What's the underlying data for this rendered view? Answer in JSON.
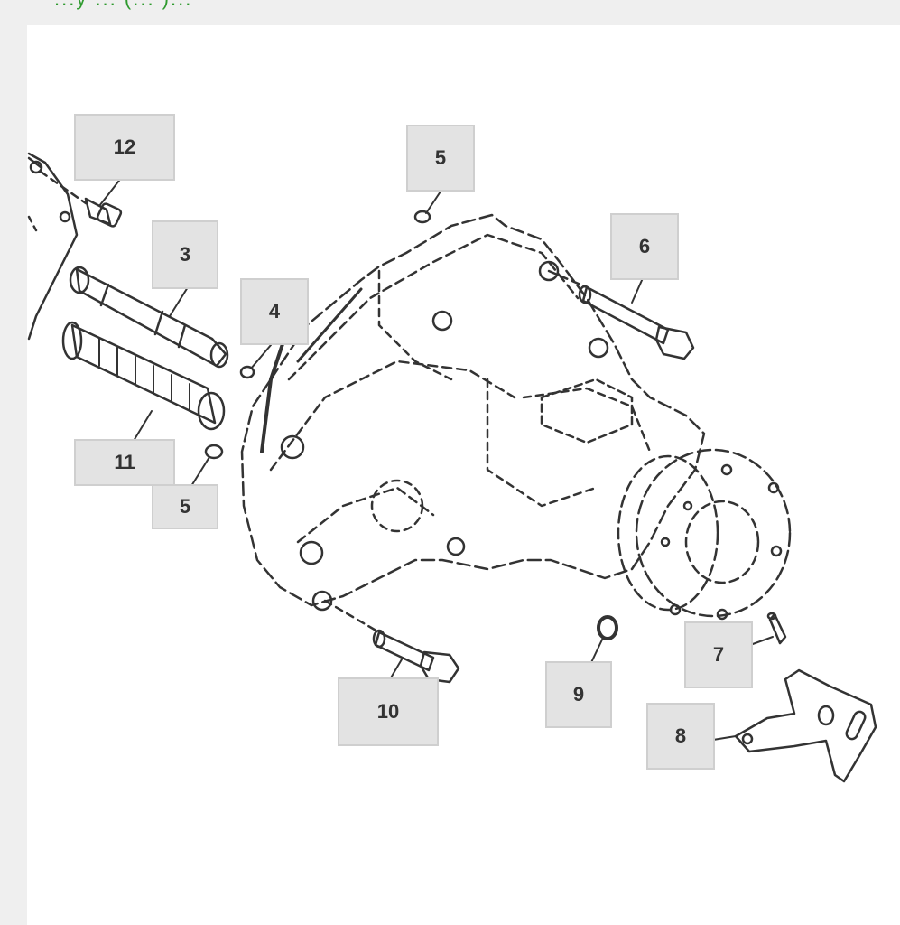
{
  "header": {
    "text": "...y ... (... )..."
  },
  "callouts": [
    {
      "id": "c12",
      "label": "12"
    },
    {
      "id": "c3",
      "label": "3"
    },
    {
      "id": "c4",
      "label": "4"
    },
    {
      "id": "c5a",
      "label": "5"
    },
    {
      "id": "c6",
      "label": "6"
    },
    {
      "id": "c11",
      "label": "11"
    },
    {
      "id": "c5b",
      "label": "5"
    },
    {
      "id": "c10",
      "label": "10"
    },
    {
      "id": "c9",
      "label": "9"
    },
    {
      "id": "c7",
      "label": "7"
    },
    {
      "id": "c8",
      "label": "8"
    }
  ],
  "colors": {
    "line": "#333333",
    "callout_bg": "#e3e3e3",
    "header_text": "#2e9a2e"
  }
}
